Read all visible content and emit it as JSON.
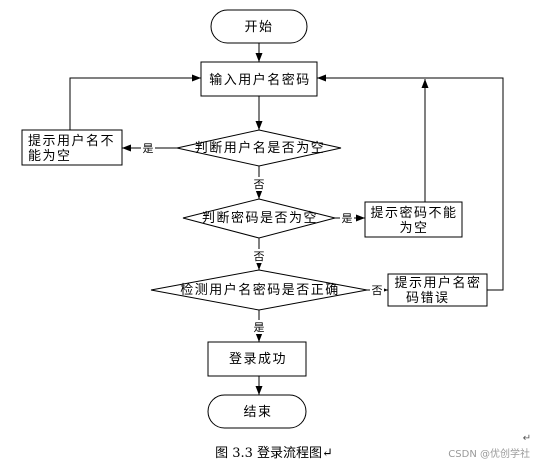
{
  "nodes": {
    "start": "开始",
    "input": "输入用户名密码",
    "check_username": "判断用户名是否为空",
    "username_empty_msg": [
      "提示用户名不",
      "能为空"
    ],
    "check_password": "判断密码是否为空",
    "password_empty_msg": [
      "提示密码不能",
      "为空"
    ],
    "verify": "检测用户名密码是否正确",
    "wrong_msg": [
      "提示用户名密",
      "码错误"
    ],
    "success": "登录成功",
    "end": "结束"
  },
  "edge_labels": {
    "check_username_yes": "是",
    "check_username_no": "否",
    "check_password_yes": "是",
    "check_password_no": "否",
    "verify_no": "否",
    "verify_yes": "是"
  },
  "caption": "图 3.3  登录流程图↵",
  "paragraph_mark": "↵",
  "watermark": "CSDN @优创学社"
}
